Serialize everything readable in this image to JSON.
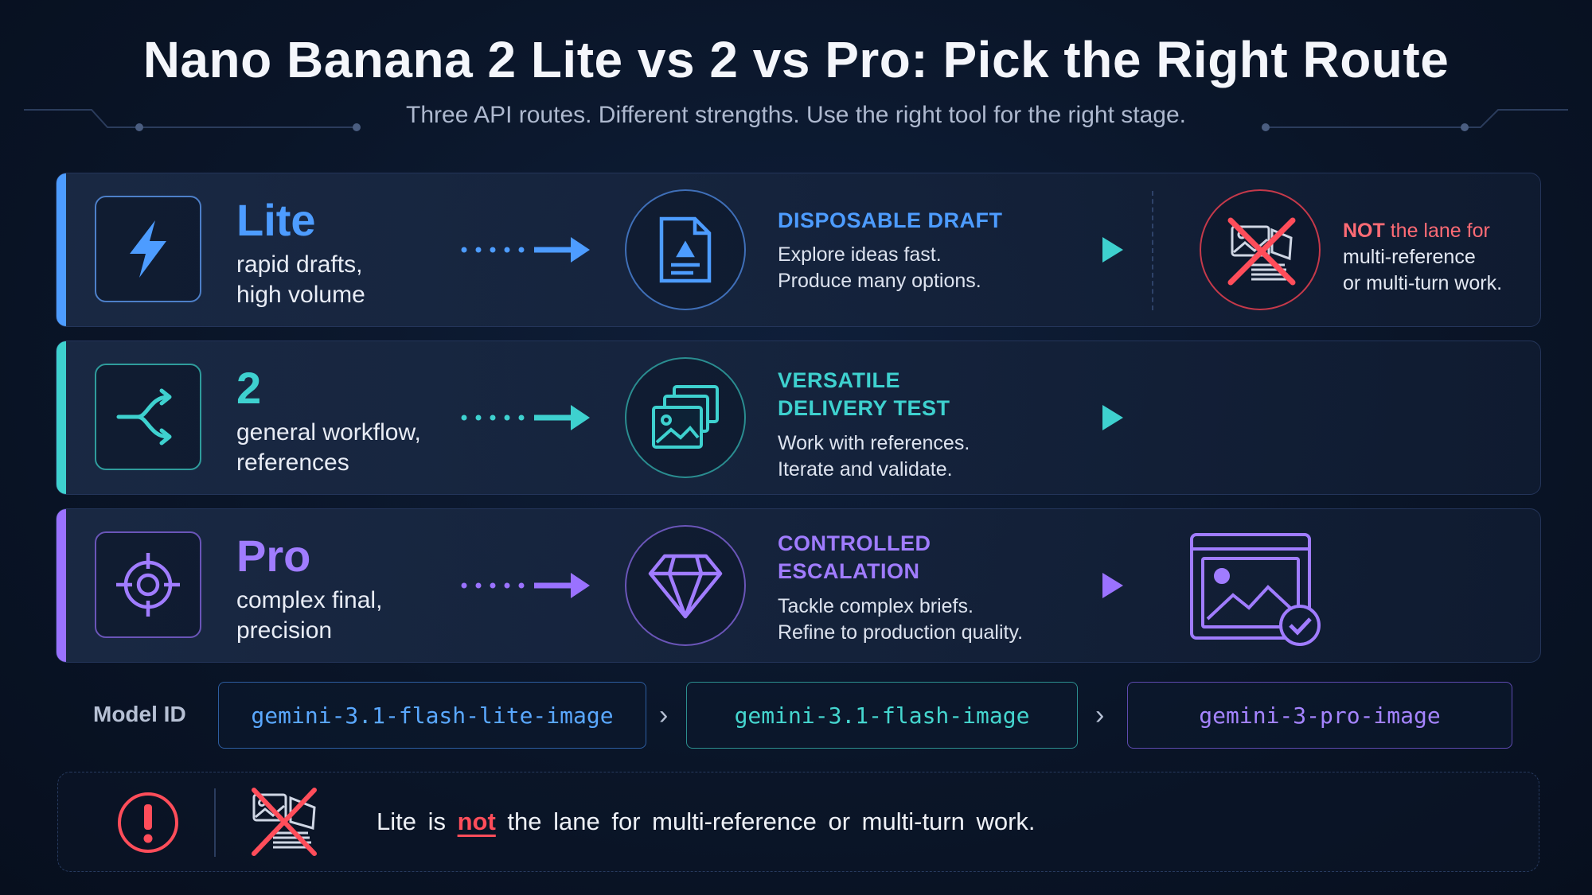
{
  "title": "Nano Banana 2 Lite vs 2 vs Pro: Pick the Right Route",
  "subtitle": "Three API routes. Different strengths. Use the right tool for the right stage.",
  "colors": {
    "lite": "#4d9cff",
    "two": "#3ed1cf",
    "pro": "#9a72ff",
    "warning": "#ff4d5a"
  },
  "rows": [
    {
      "name": "Lite",
      "desc": "rapid drafts,\nhigh volume",
      "icon": "lightning-icon",
      "stage_icon": "document-icon",
      "stage_title": "DISPOSABLE DRAFT",
      "stage_desc": "Explore ideas fast.\nProduce many options.",
      "note_strong": "NOT",
      "note_rest": " the lane for",
      "note_more": "multi-reference\nor multi-turn work."
    },
    {
      "name": "2",
      "desc": "general workflow,\nreferences",
      "icon": "branch-icon",
      "stage_icon": "image-stack-icon",
      "stage_title": "VERSATILE\nDELIVERY TEST",
      "stage_desc": "Work with references.\nIterate and validate."
    },
    {
      "name": "Pro",
      "desc": "complex final,\nprecision",
      "icon": "target-icon",
      "stage_icon": "diamond-icon",
      "stage_title": "CONTROLLED\nESCALATION",
      "stage_desc": "Tackle complex briefs.\nRefine to production quality.",
      "result_icon": "approved-image-icon"
    }
  ],
  "model_label": "Model ID",
  "models": [
    "gemini-3.1-flash-lite-image",
    "gemini-3.1-flash-image",
    "gemini-3-pro-image"
  ],
  "chevron": "›",
  "footer": {
    "before": "Lite is ",
    "emph": "not",
    "after": " the lane for multi-reference or multi-turn work.",
    "icon": "warning-icon",
    "icon2": "no-multi-image-icon"
  }
}
